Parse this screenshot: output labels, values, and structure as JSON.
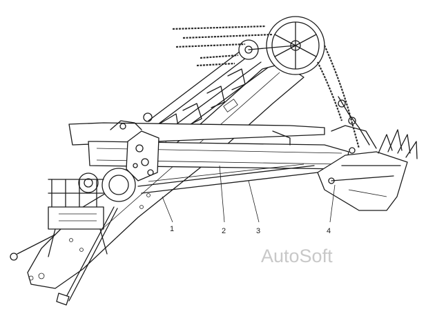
{
  "callouts": [
    {
      "id": "1",
      "text": "1"
    },
    {
      "id": "2",
      "text": "2"
    },
    {
      "id": "3",
      "text": "3"
    },
    {
      "id": "4",
      "text": "4"
    }
  ],
  "watermark": "AutoSoft"
}
